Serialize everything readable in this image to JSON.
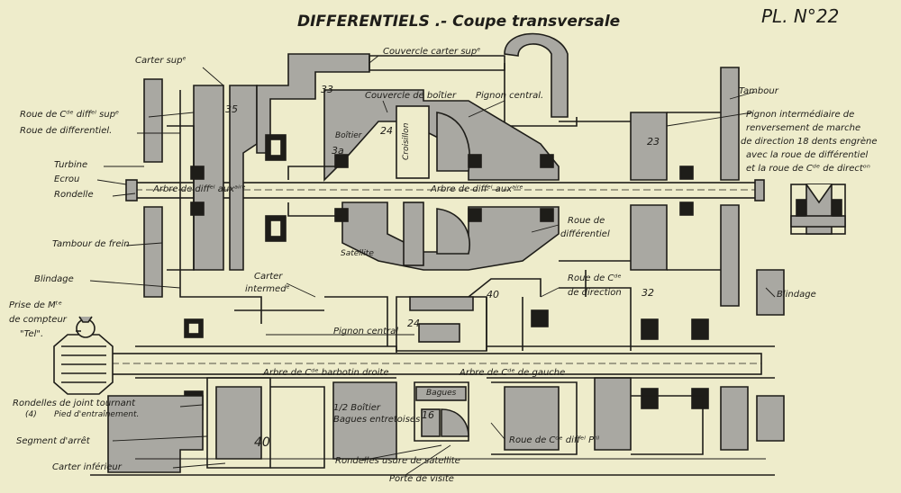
{
  "title": "DIFFERENTIELS .- Coupe transversale",
  "plate": "PL. N°22",
  "labels": {
    "carter_sup": "Carter supᵉ",
    "couvercle_carter_sup": "Couvercle carter supᵉ",
    "couvercle_boitier": "Couvercle de boîtier",
    "pignon_central_top": "Pignon central.",
    "boitier": "Boîtier",
    "croisillon": "Croisillon",
    "roue_c_diffl_sup": "Roue de Cᵈᵉ diffᵉˡ supᵉ",
    "roue_differentiel_left": "Roue de differentiel.",
    "turbine": "Turbine",
    "ecrou": "Ecrou",
    "rondelle": "Rondelle",
    "arbre_diff_left": "Arbre de diffᵉˡ auxᵃⁱʳᵉ",
    "arbre_diff_right": "Arbre de diffᵉˡ auxᵃⁱʳᵉ",
    "tambour": "Tambour",
    "pignon_intermediaire": "Pignon intermédiaire de",
    "renversement": "renversement de marche",
    "direction_18": "de direction 18 dents engrène",
    "avec_roue": "avec la roue de différentiel",
    "et_roue": "et la roue de Cᵈᵉ de directᵒⁿ",
    "roue_de": "Roue de",
    "differentiel_right": "différentiel",
    "satellite": "Satellite",
    "tambour_frein": "Tambour de frein",
    "blindage_left": "Blindage",
    "carter_intermed_1": "Carter",
    "carter_intermed_2": "intermedᵉ",
    "roue_c_direction_1": "Roue de Cᵈᵉ",
    "roue_c_direction_2": "de direction",
    "blindage_right": "Blindage",
    "prise_1": "Prise de Mᵗᵉ",
    "prise_2": "de compteur",
    "prise_3": "\"Tel\".",
    "pignon_central_bottom": "Pignon central",
    "arbre_barbotin": "Arbre de Cᵈᵉ barbotin droite",
    "arbre_gauche": "Arbre de Cᵈᵉ de gauche",
    "bagues": "Bagues",
    "rondelles_joint": "Rondelles de joint tournant",
    "pied_1": "(4)",
    "pied_2": "Pied d'entraînement.",
    "demi_boitier": "1/2 Boîtier",
    "bagues_entretoises": "Bagues entretoises",
    "segment_arret": "Segment d'arrêt",
    "roue_c_diffl_pril": "Roue de Cᵈᵉ diffᵉˡ Pʳⁱˡ",
    "carter_inferieur": "Carter inférieur",
    "rondelles_usure": "Rondelles usure de satellite",
    "porte_visite": "Porte de visite"
  },
  "numbers": {
    "n33": "33",
    "n35": "35",
    "n3a": "3a",
    "n24": "24",
    "n23": "23",
    "n40_right": "40",
    "n32": "32",
    "n24b": "24",
    "n16": "16",
    "n40_bottom": "40"
  },
  "colors": {
    "paper": "#eeeccb",
    "ink": "#1e1d19",
    "section_fill": "#a9a8a2"
  }
}
